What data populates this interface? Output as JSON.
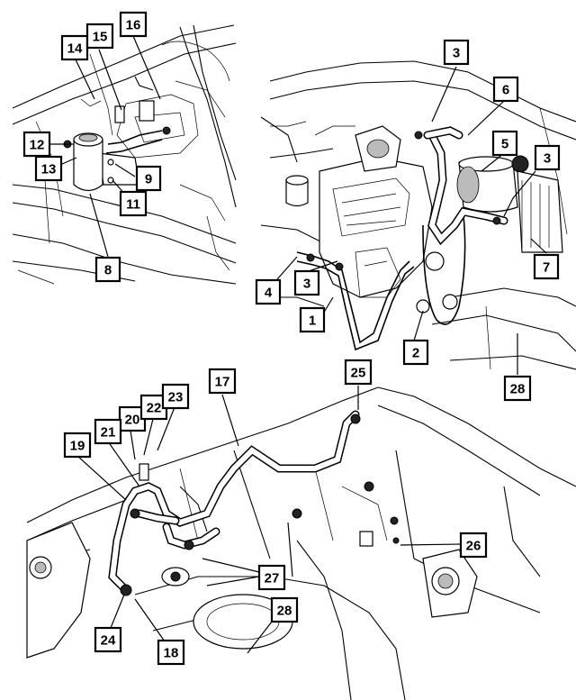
{
  "callouts": {
    "c1": "1",
    "c2": "2",
    "c3a": "3",
    "c3b": "3",
    "c3c": "3",
    "c4": "4",
    "c5": "5",
    "c6": "6",
    "c7": "7",
    "c8": "8",
    "c9": "9",
    "c11": "11",
    "c12": "12",
    "c13": "13",
    "c14": "14",
    "c15": "15",
    "c16": "16",
    "c17": "17",
    "c18": "18",
    "c19": "19",
    "c20": "20",
    "c21": "21",
    "c22": "22",
    "c23": "23",
    "c24": "24",
    "c25": "25",
    "c26": "26",
    "c27": "27",
    "c28a": "28",
    "c28b": "28"
  }
}
